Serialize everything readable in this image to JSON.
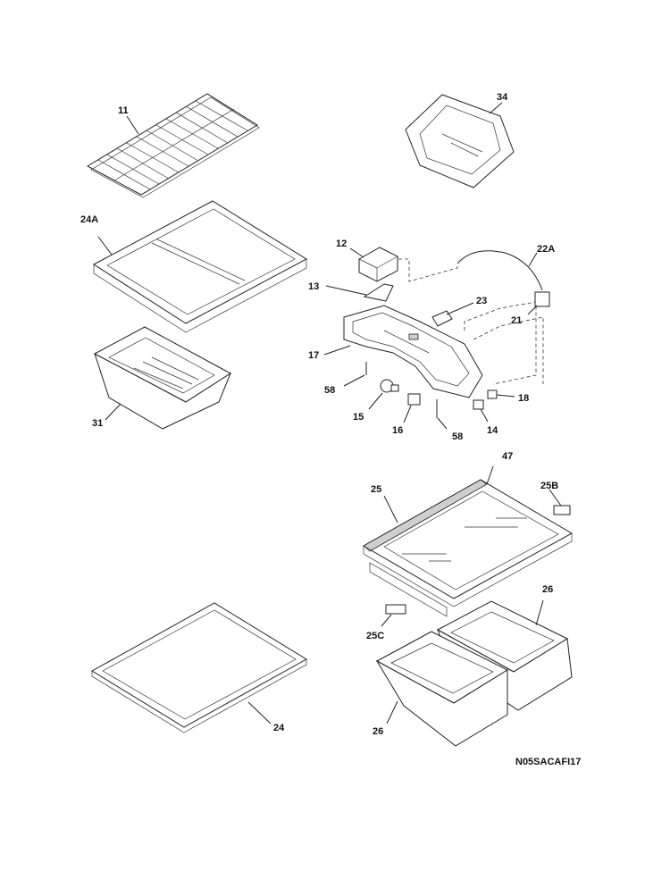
{
  "diagram": {
    "callouts": {
      "c11": "11",
      "c34": "34",
      "c24A": "24A",
      "c12": "12",
      "c22A": "22A",
      "c13": "13",
      "c23": "23",
      "c21": "21",
      "c17": "17",
      "c58a": "58",
      "c18": "18",
      "c15": "15",
      "c16": "16",
      "c14": "14",
      "c58b": "58",
      "c31": "31",
      "c47": "47",
      "c25": "25",
      "c25B": "25B",
      "c26a": "26",
      "c25C": "25C",
      "c24": "24",
      "c26b": "26"
    },
    "drawing_code": "N05SACAFI17"
  }
}
